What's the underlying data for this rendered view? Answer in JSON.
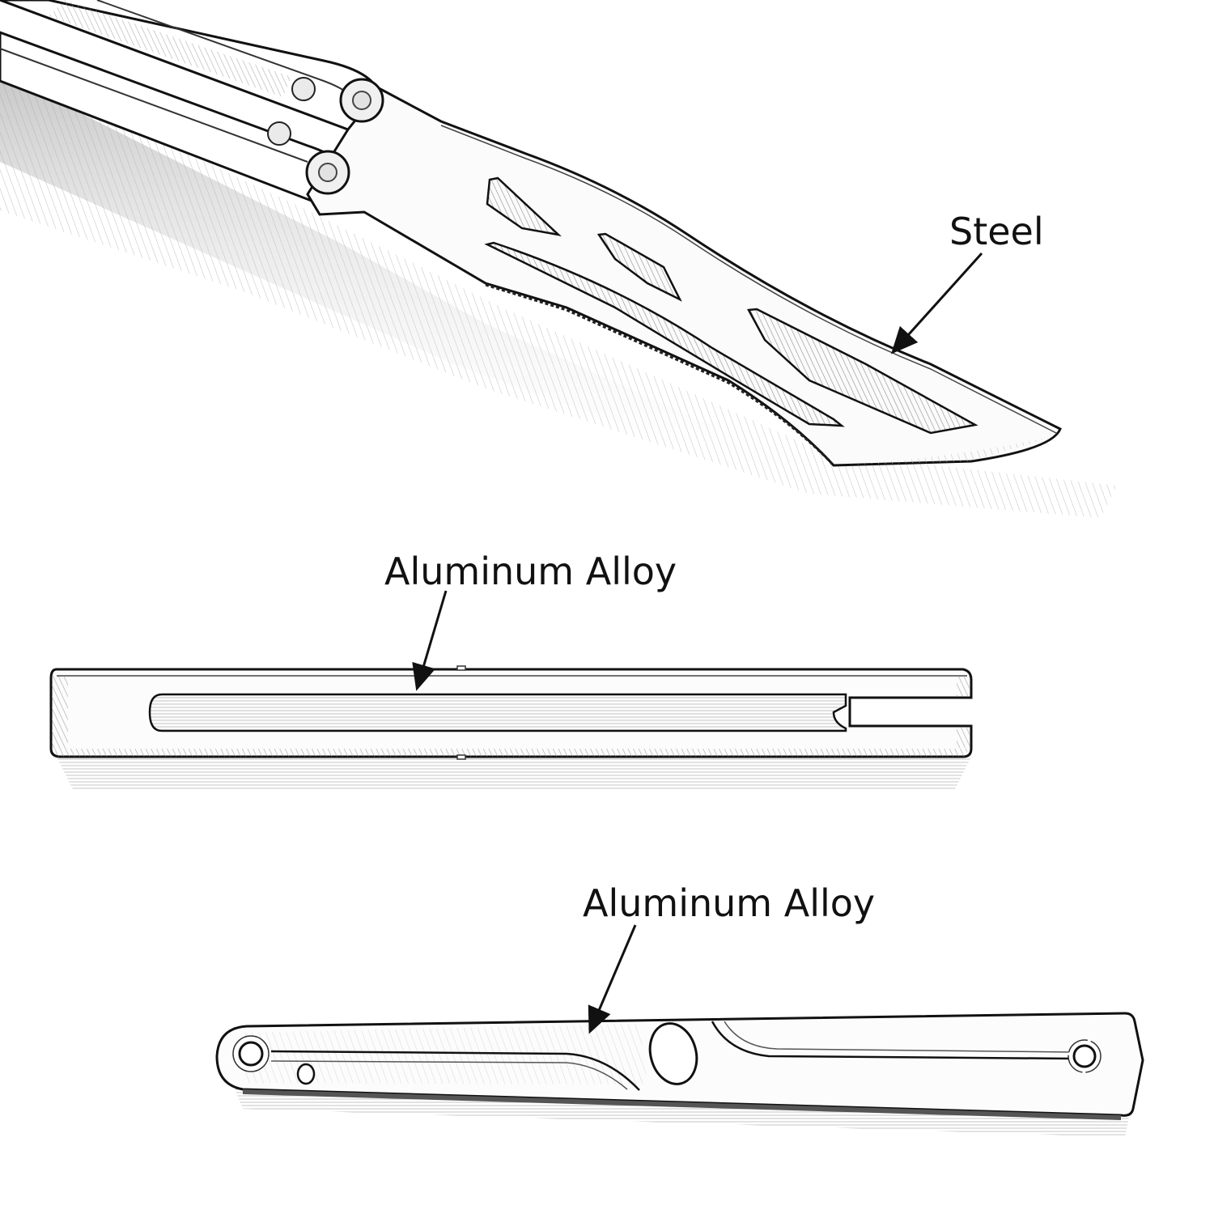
{
  "diagram": {
    "kind": "material-callout illustration of balisong (butterfly knife) components",
    "style": "pencil sketch on white",
    "colors": {
      "background": "#ffffff",
      "ink": "#111111",
      "shade": "#9a9a9a",
      "fill": "#f4f4f4"
    },
    "components": [
      {
        "id": "blade",
        "label": "Steel",
        "description": "Blade with skeletonized cut-outs, attached to handles by two pivot pins"
      },
      {
        "id": "handle-side-view",
        "label": "Aluminum Alloy",
        "description": "Handle shown edge-on, with long channel and slotted end"
      },
      {
        "id": "handle-face-view",
        "label": "Aluminum Alloy",
        "description": "Handle shown face-on, with pivot holes, latch hole and groove"
      }
    ]
  },
  "labels": {
    "steel": "Steel",
    "aluminum_top": "Aluminum Alloy",
    "aluminum_bottom": "Aluminum Alloy"
  }
}
